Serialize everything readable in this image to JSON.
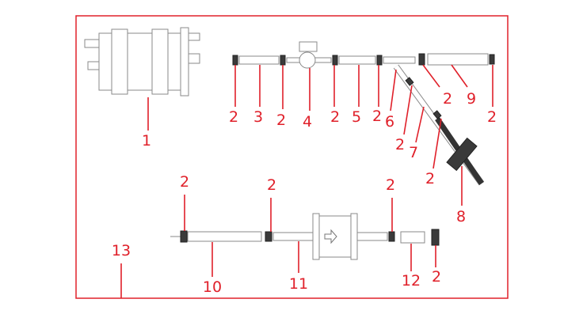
{
  "colors": {
    "callout": "#e0202a",
    "frame": "#e0202a",
    "part_outline": "#8a8a8a"
  },
  "labels": [
    "1",
    "2",
    "3",
    "2",
    "4",
    "2",
    "5",
    "2",
    "6",
    "2",
    "9",
    "2",
    "2",
    "7",
    "2",
    "8",
    "2",
    "2",
    "2",
    "10",
    "11",
    "12",
    "2",
    "13"
  ]
}
